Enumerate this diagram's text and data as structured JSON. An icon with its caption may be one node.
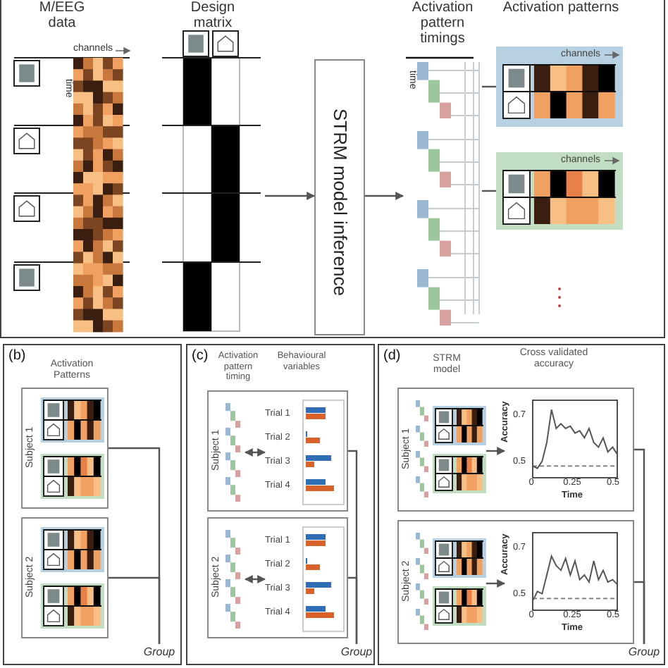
{
  "diagram": {
    "nodes": [
      {
        "text": [
          "M/EEG data"
        ]
      },
      {
        "text": [
          "Design matrix"
        ]
      },
      {
        "text": [
          "STRM model inference"
        ]
      },
      {
        "text": [
          "Activation pattern timings"
        ]
      },
      {
        "text": [
          "channels"
        ]
      },
      {
        "text": [
          "channels"
        ]
      },
      {
        "text": [
          "(b)",
          "Activation Patterns"
        ]
      },
      {
        "text": [
          "Subject 1"
        ],
        "in": 6
      },
      {
        "text": [
          "Subject 2"
        ],
        "in": 6
      },
      {
        "text": [
          "Group"
        ],
        "in": 6
      },
      {
        "text": [
          "(c)",
          "Activation pattern timing",
          "Behavioural variables"
        ]
      },
      {
        "text": [
          "Subject 1"
        ],
        "in": 10
      },
      {
        "text": [],
        "shape": "picture",
        "in": 11
      },
      {
        "text": [],
        "shape": "bar",
        "in": 11,
        "beside": [
          "Trial 1",
          "Trial 2",
          "Trial 3",
          "Trial 4"
        ]
      },
      {
        "text": [
          "Subject 2"
        ],
        "in": 10
      },
      {
        "text": [],
        "shape": "picture",
        "in": 14
      },
      {
        "text": [],
        "shape": "bar",
        "in": 14,
        "beside": [
          "Trial 1",
          "Trial 2",
          "Trial 3",
          "Trial 4"
        ]
      },
      {
        "text": [
          "Group"
        ],
        "in": 10
      },
      {
        "text": [
          "(d)",
          "STRM model",
          "Cross validated accuracy"
        ]
      },
      {
        "text": [
          "Subject 1"
        ],
        "in": 18
      },
      {
        "text": [],
        "shape": "picture",
        "in": 19
      },
      {
        "text": [],
        "shape": "picture",
        "in": 19
      },
      {
        "text": [
          "Subject 2"
        ],
        "in": 18
      },
      {
        "text": [],
        "shape": "picture",
        "in": 22
      },
      {
        "text": [],
        "shape": "picture",
        "in": 22
      },
      {
        "text": [
          "Group"
        ],
        "in": 18
      }
    ],
    "edges": [
      {
        "from": 1,
        "to": 2,
        "arrow": "to"
      },
      {
        "from": 2,
        "to": 3,
        "arrow": "to"
      },
      {
        "from": 3,
        "to": 4,
        "arrow": "none"
      },
      {
        "from": 3,
        "to": 5,
        "arrow": "none"
      },
      {
        "from": 7,
        "to": 9,
        "arrow": "none"
      },
      {
        "from": 8,
        "to": 9,
        "arrow": "none"
      },
      {
        "from": 12,
        "to": 13,
        "arrow": "both"
      },
      {
        "from": 15,
        "to": 16,
        "arrow": "both"
      },
      {
        "from": 11,
        "to": 17,
        "arrow": "none"
      },
      {
        "from": 14,
        "to": 17,
        "arrow": "none"
      },
      {
        "from": 20,
        "to": 21,
        "arrow": "to"
      },
      {
        "from": 23,
        "to": 24,
        "arrow": "to"
      },
      {
        "from": 19,
        "to": 25,
        "arrow": "none"
      },
      {
        "from": 22,
        "to": 25,
        "arrow": "none"
      }
    ],
    "labels": [
      "channels",
      "time",
      "Activation patterns",
      "time",
      "0.7",
      "Accuracy",
      "0.5",
      "0",
      "0.25",
      "0.5",
      "Time",
      "0.7",
      "Accuracy",
      "0.5",
      "0",
      "0.25",
      "0.5",
      "Time"
    ]
  }
}
